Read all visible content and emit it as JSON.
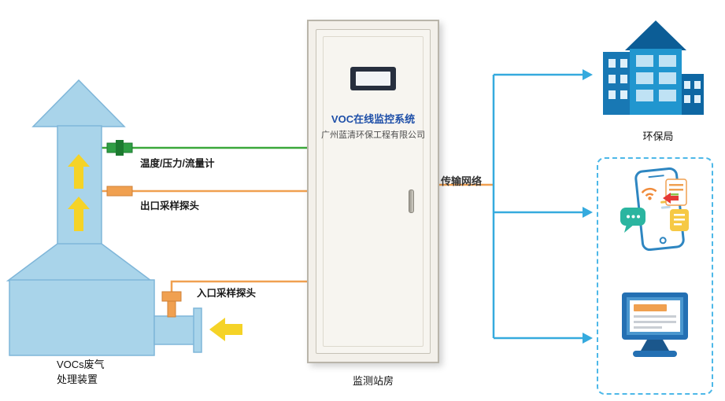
{
  "labels": {
    "device_line1": "VOCs废气",
    "device_line2": "处理装置",
    "temp_flow_meter": "温度/压力/流量计",
    "outlet_probe": "出口采样探头",
    "inlet_probe": "入口采样探头",
    "station_room": "监测站房",
    "transmission_network": "传输网络",
    "epa_bureau": "环保局"
  },
  "cabinet": {
    "title": "VOC在线监控系统",
    "company": "广州蓝清环保工程有限公司"
  },
  "colors": {
    "device_fill": "#a9d4ea",
    "device_stroke": "#7fb6d9",
    "flow_arrow_yellow": "#f5d327",
    "sensor_line_green": "#3aa83a",
    "sensor_line_orange": "#f0a050",
    "network_blue": "#35aade",
    "building_blue": "#2196cf",
    "cabinet_title_blue": "#1e4fa8"
  }
}
